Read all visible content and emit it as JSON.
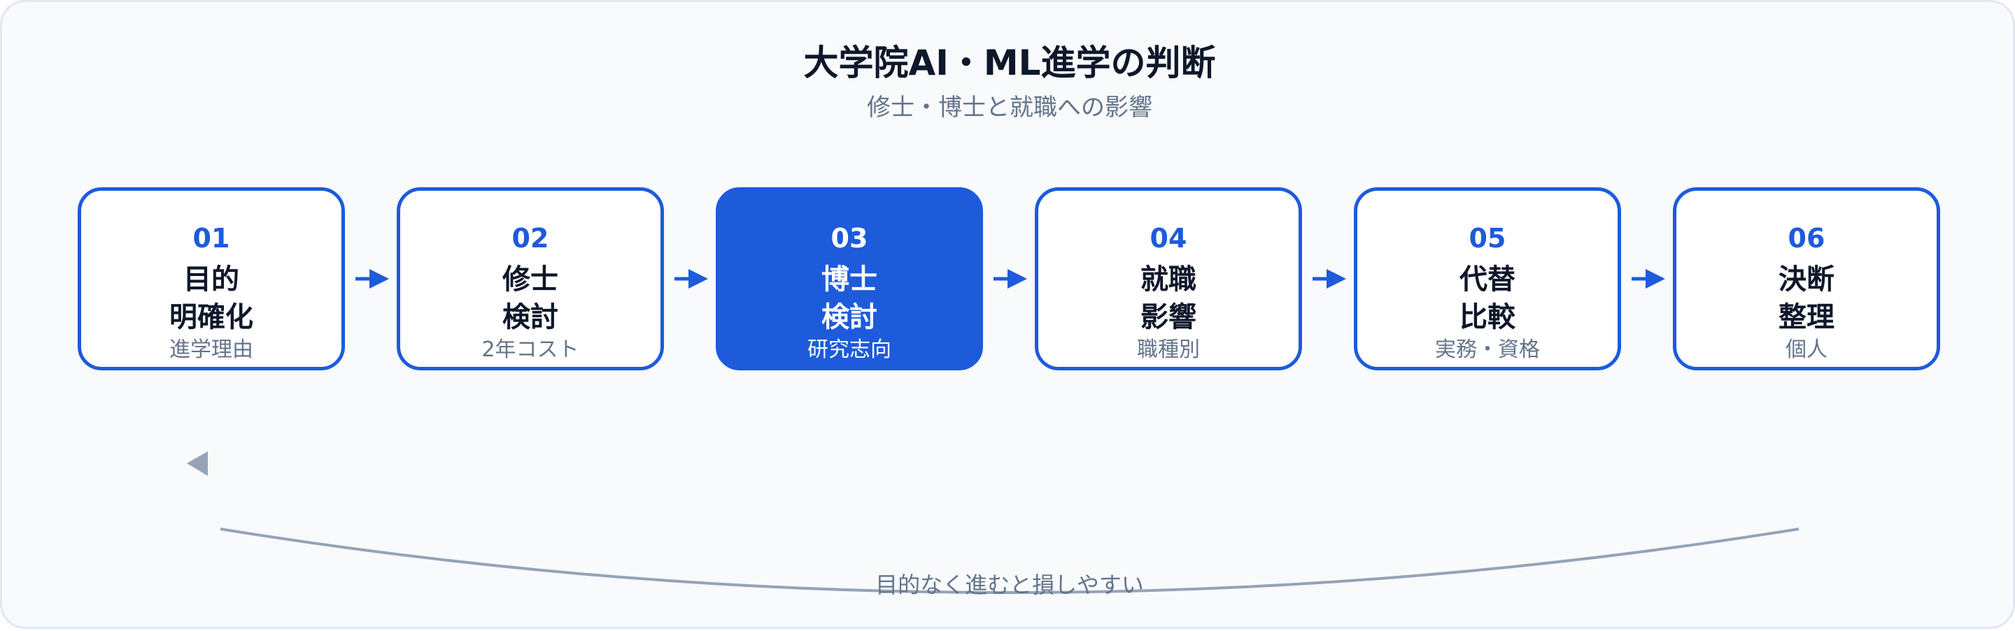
{
  "header": {
    "title": "大学院AI・ML進学の判断",
    "subtitle": "修士・博士と就職への影響"
  },
  "steps": [
    {
      "number": "01",
      "line1": "目的",
      "line2": "明確化",
      "note": "進学理由",
      "active": false
    },
    {
      "number": "02",
      "line1": "修士",
      "line2": "検討",
      "note": "2年コスト",
      "active": false
    },
    {
      "number": "03",
      "line1": "博士",
      "line2": "検討",
      "note": "研究志向",
      "active": true
    },
    {
      "number": "04",
      "line1": "就職",
      "line2": "影響",
      "note": "職種別",
      "active": false
    },
    {
      "number": "05",
      "line1": "代替",
      "line2": "比較",
      "note": "実務・資格",
      "active": false
    },
    {
      "number": "06",
      "line1": "決断",
      "line2": "整理",
      "note": "個人",
      "active": false
    }
  ],
  "loop": {
    "caption": "目的なく進むと損しやすい"
  },
  "colors": {
    "accent": "#1d5bdb",
    "loop": "#94a3b8",
    "text_primary": "#0f172a",
    "text_muted": "#64748b",
    "background": "#f8fafc"
  }
}
